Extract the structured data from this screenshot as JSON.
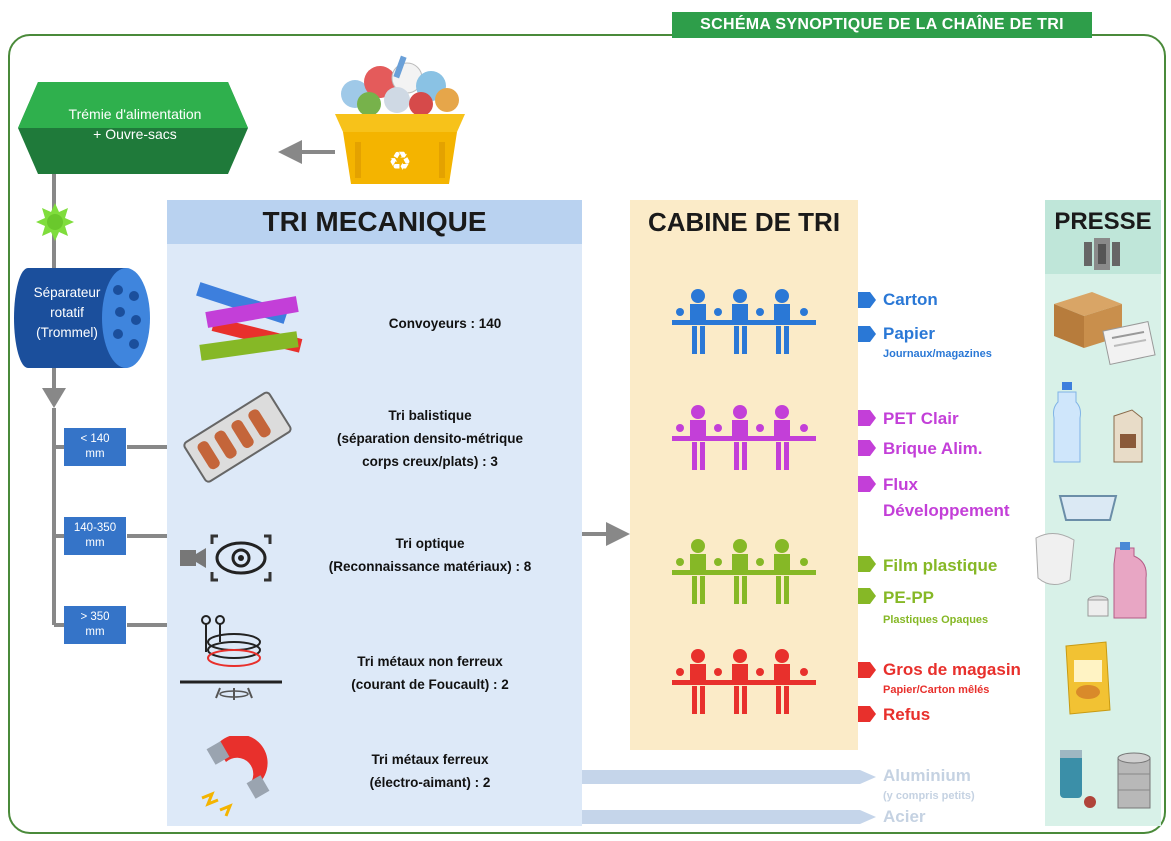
{
  "title": "SCHÉMA SYNOPTIQUE DE LA CHAÎNE DE TRI",
  "hopper": {
    "line1": "Trémie d'alimentation",
    "line2": "+ Ouvre-sacs"
  },
  "trommel": {
    "line1": "Séparateur",
    "line2": "rotatif",
    "line3": "(Trommel)"
  },
  "size_classes": [
    {
      "line1": "< 140",
      "line2": "mm"
    },
    {
      "line1": "140-350",
      "line2": "mm"
    },
    {
      "line1": "> 350",
      "line2": "mm"
    }
  ],
  "tri_mecanique": {
    "header": "TRI MECANIQUE",
    "operations": [
      {
        "line1": "Convoyeurs : 140",
        "line2": "",
        "line3": ""
      },
      {
        "line1": "Tri balistique",
        "line2": "(séparation densito-métrique",
        "line3": "corps creux/plats) : 3"
      },
      {
        "line1": "Tri optique",
        "line2": "(Reconnaissance matériaux) : 8",
        "line3": ""
      },
      {
        "line1": "Tri métaux non ferreux",
        "line2": "(courant de Foucault) : 2",
        "line3": ""
      },
      {
        "line1": "Tri métaux ferreux",
        "line2": "(électro-aimant) : 2",
        "line3": ""
      }
    ]
  },
  "cabine": {
    "header": "CABINE DE TRI"
  },
  "presse": {
    "header": "PRESSE"
  },
  "materials": [
    {
      "label": "Carton",
      "sub": "",
      "color": "#2a78d6"
    },
    {
      "label": "Papier",
      "sub": "Journaux/magazines",
      "color": "#2a78d6"
    },
    {
      "label": "PET Clair",
      "sub": "",
      "color": "#c33fd8"
    },
    {
      "label": "Brique Alim.",
      "sub": "",
      "color": "#c33fd8"
    },
    {
      "label": "Flux",
      "label2": "Développement",
      "sub": "",
      "color": "#c33fd8"
    },
    {
      "label": "Film plastique",
      "sub": "",
      "color": "#86b826"
    },
    {
      "label": "PE-PP",
      "sub": "Plastiques Opaques",
      "color": "#86b826"
    },
    {
      "label": "Gros de magasin",
      "sub": "Papier/Carton mêlés",
      "color": "#e8302c"
    },
    {
      "label": "Refus",
      "sub": "",
      "color": "#e8302c"
    },
    {
      "label": "Aluminium",
      "sub": "(y compris petits)",
      "color": "#c5d2e2"
    },
    {
      "label": "Acier",
      "sub": "",
      "color": "#c5d2e2"
    }
  ],
  "colors": {
    "green_dark": "#2e9e4a",
    "green_light": "#4ec34a",
    "blue": "#3574c8",
    "worker_blue": "#2a78d6",
    "worker_purple": "#c33fd8",
    "worker_green": "#86b826",
    "worker_red": "#e8302c"
  },
  "icons": [
    "recycling-bin-icon",
    "gear-icon",
    "conveyor-icon",
    "ballistic-sorter-icon",
    "camera-eye-icon",
    "eddy-current-coil-icon",
    "magnet-icon",
    "sorting-workers-icon",
    "press-icon",
    "cardboard-box-icon",
    "newspaper-icon",
    "water-bottle-icon",
    "milk-carton-icon",
    "plastic-tray-icon",
    "plastic-bag-icon",
    "detergent-bottle-icon",
    "cereal-box-icon",
    "aluminium-can-icon",
    "steel-can-icon"
  ]
}
